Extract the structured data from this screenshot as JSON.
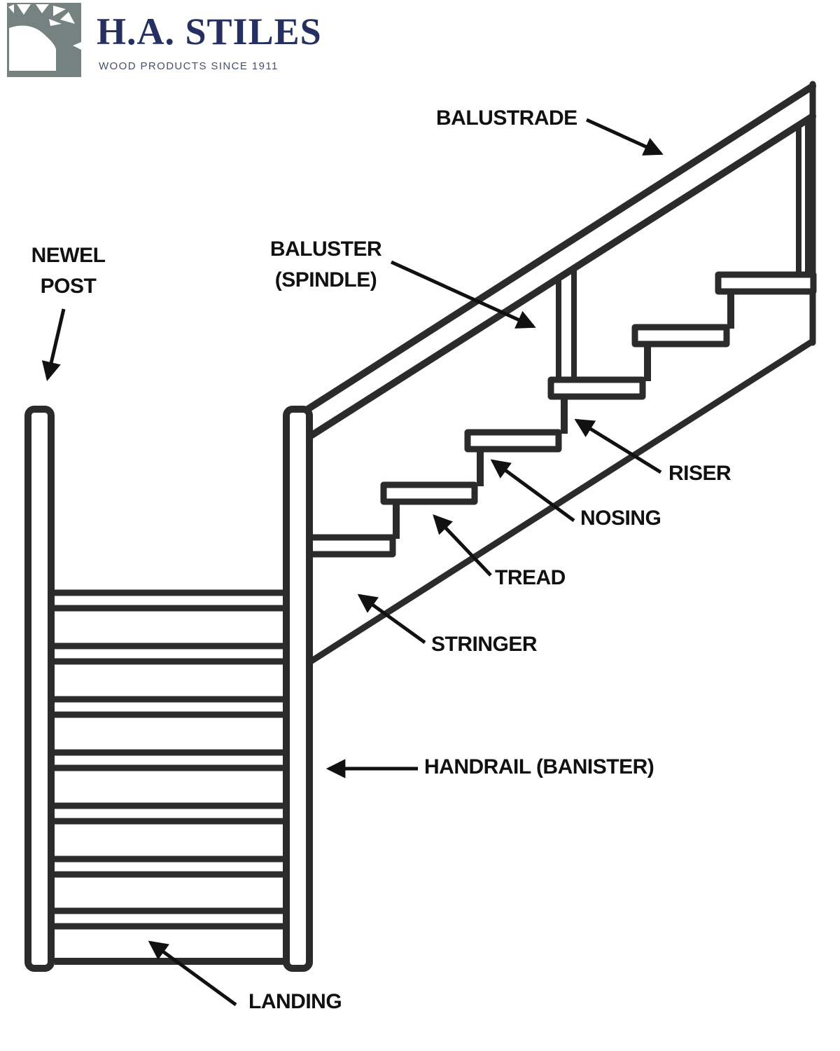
{
  "logo": {
    "brand": "H.A. STILES",
    "tagline": "WOOD PRODUCTS SINCE 1911",
    "square_color": "#76827f",
    "brand_color": "#253061",
    "tagline_color": "#46506e"
  },
  "diagram": {
    "line_color": "#2b2b2b",
    "arrow_color": "#111111",
    "label_color": "#111111",
    "labels": {
      "balustrade": "BALUSTRADE",
      "newel_post": {
        "line1": "NEWEL",
        "line2": "POST"
      },
      "baluster": {
        "line1": "BALUSTER",
        "line2": "(SPINDLE)"
      },
      "riser": "RISER",
      "nosing": "NOSING",
      "tread": "TREAD",
      "stringer": "STRINGER",
      "handrail": "HANDRAIL (BANISTER)",
      "landing": "LANDING"
    }
  }
}
